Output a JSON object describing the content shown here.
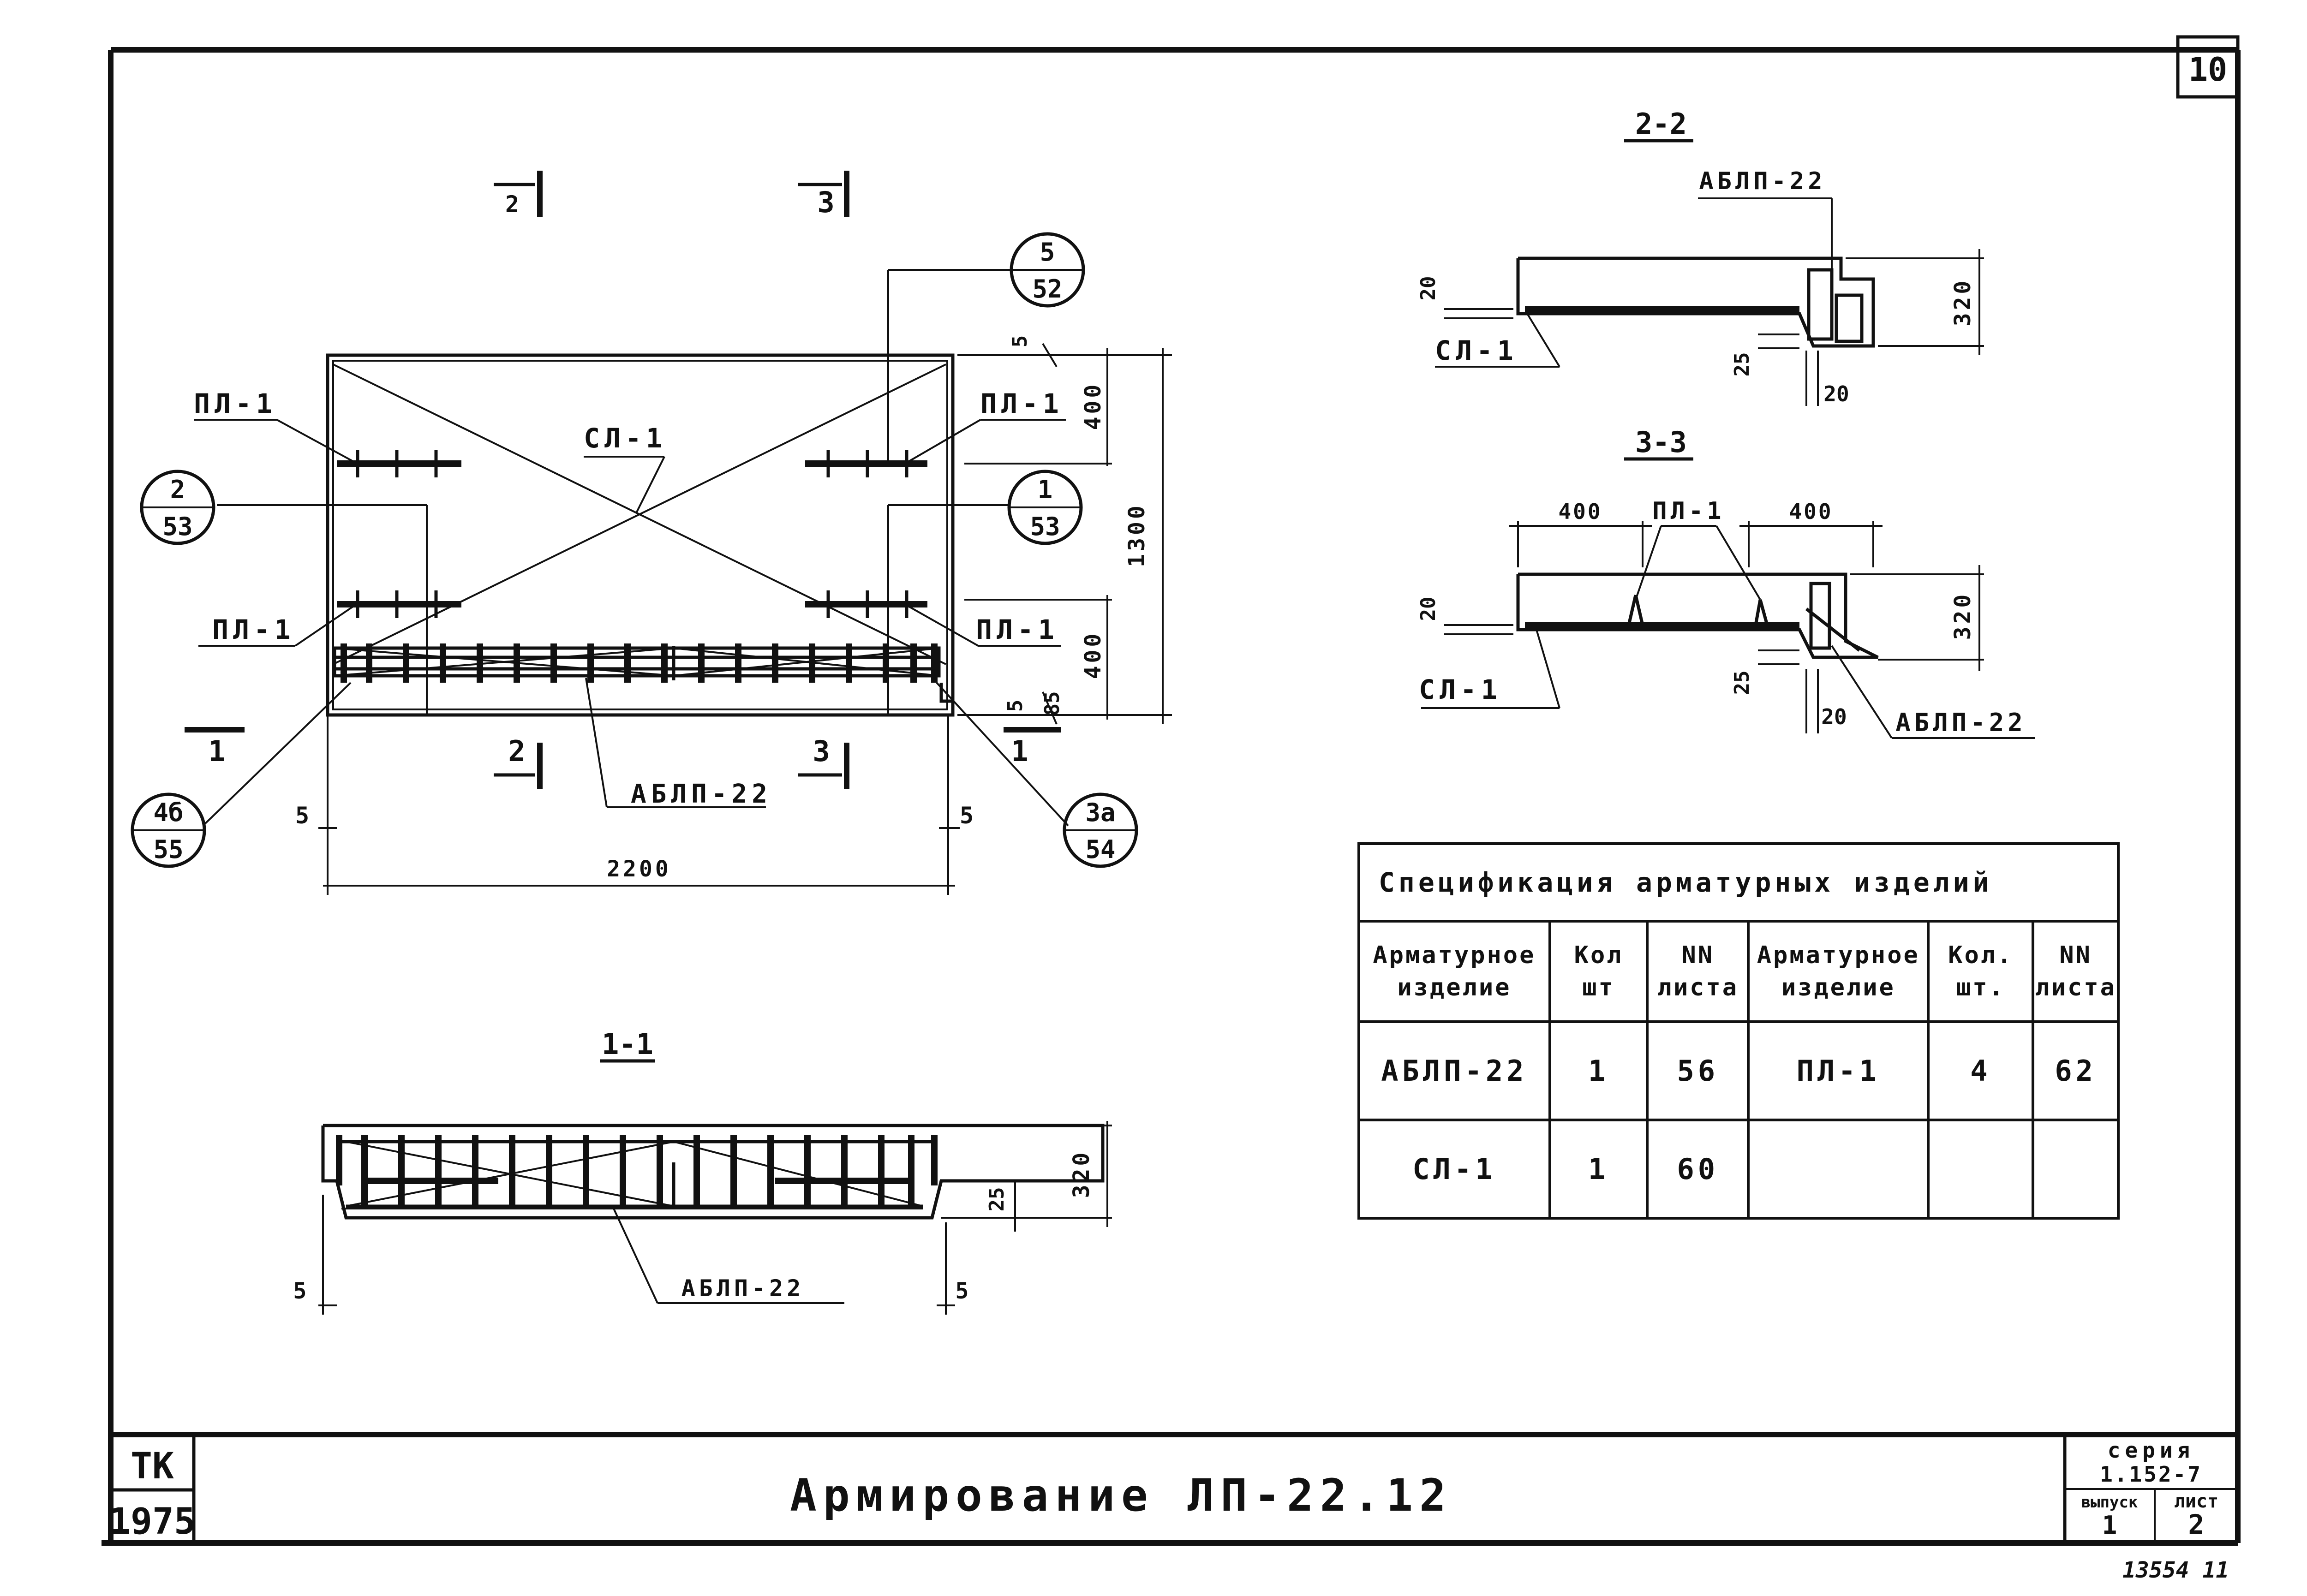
{
  "sheet": {
    "sheet_number": "10",
    "title": "Армирование  ЛП-22.12",
    "org": "ТК",
    "year": "1975",
    "series_label": "серия",
    "series_value": "1.152-7",
    "issue_label": "выпуск",
    "issue_value": "1",
    "sheet_label": "лист",
    "sheet_value": "2",
    "archive_note": "13554 11"
  },
  "plan": {
    "cut_2_top": "2",
    "cut_3_top": "3",
    "cut_2_bottom": "2",
    "cut_3_bottom": "3",
    "cut_1_left": "1",
    "cut_1_right": "1",
    "label_pl1_tl": "ПЛ-1",
    "label_pl1_tr": "ПЛ-1",
    "label_pl1_bl": "ПЛ-1",
    "label_pl1_br": "ПЛ-1",
    "label_sl1": "СЛ-1",
    "label_ablp22": "АБЛП-22",
    "ref_5_52": {
      "top": "5",
      "bottom": "52"
    },
    "ref_2_53": {
      "top": "2",
      "bottom": "53"
    },
    "ref_1_53": {
      "top": "1",
      "bottom": "53"
    },
    "ref_4b_55": {
      "top": "4б",
      "bottom": "55"
    },
    "ref_3a_54": {
      "top": "3а",
      "bottom": "54"
    },
    "dim_width": "2200",
    "dim_height": "1300",
    "dim_400_top": "400",
    "dim_400_bottom": "400",
    "dim_5_top": "5",
    "dim_5_right": "5",
    "dim_85": "85",
    "dim_5_left": "5",
    "dim_5_bottom_right": "5"
  },
  "section_1_1": {
    "title": "1-1",
    "label_ablp22": "АБЛП-22",
    "dim_320": "320",
    "dim_25": "25",
    "dim_5_left": "5",
    "dim_5_right": "5"
  },
  "section_2_2": {
    "title": "2-2",
    "label_ablp22": "АБЛП-22",
    "label_sl1": "СЛ-1",
    "dim_20_left": "20",
    "dim_320": "320",
    "dim_25": "25",
    "dim_20_bottom": "20"
  },
  "section_3_3": {
    "title": "3-3",
    "label_pl1": "ПЛ-1",
    "label_sl1": "СЛ-1",
    "label_ablp22": "АБЛП-22",
    "dim_400_left": "400",
    "dim_400_right": "400",
    "dim_20_left": "20",
    "dim_320": "320",
    "dim_25": "25",
    "dim_20_bottom": "20"
  },
  "spec": {
    "title": "Спецификация арматурных изделий",
    "headers": [
      "Арматурное изделие",
      "Кол шт",
      "NN листа",
      "Арматурное изделие",
      "Кол. шт.",
      "NN листа"
    ],
    "rows": [
      [
        "АБЛП-22",
        "1",
        "56",
        "ПЛ-1",
        "4",
        "62"
      ],
      [
        "СЛ-1",
        "1",
        "60",
        "",
        "",
        ""
      ]
    ]
  }
}
